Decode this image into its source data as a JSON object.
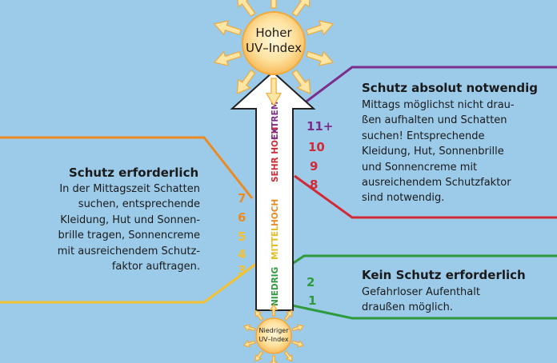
{
  "sun_high": {
    "line1": "Hoher",
    "line2": "UV–Index"
  },
  "sun_low": {
    "line1": "Niedriger",
    "line2": "UV–Index"
  },
  "arrow_levels": [
    {
      "label": "NIEDRIG",
      "color": "#2e9a3c"
    },
    {
      "label": "MITTEL",
      "color": "#e5bd1c"
    },
    {
      "label": "HOCH",
      "color": "#ec8a22"
    },
    {
      "label": "SEHR HOCH",
      "color": "#d22a35"
    },
    {
      "label": "EXTREM",
      "color": "#7b2e8a"
    }
  ],
  "right_numbers": [
    {
      "value": "11+",
      "color": "#7b2e8a"
    },
    {
      "value": "10",
      "color": "#d22a35"
    },
    {
      "value": "9",
      "color": "#d22a35"
    },
    {
      "value": "8",
      "color": "#d22a35"
    },
    {
      "value": "2",
      "color": "#2e9a3c"
    },
    {
      "value": "1",
      "color": "#2e9a3c"
    }
  ],
  "left_numbers": [
    {
      "value": "7",
      "color": "#ec8a22"
    },
    {
      "value": "6",
      "color": "#ec8a22"
    },
    {
      "value": "5",
      "color": "#f2c233"
    },
    {
      "value": "4",
      "color": "#f2c233"
    },
    {
      "value": "3",
      "color": "#f2c233"
    }
  ],
  "sections": {
    "absolut": {
      "heading": "Schutz absolut notwendig",
      "body": "Mittags möglichst nicht drau-\nßen aufhalten und Schatten\nsuchen! Entsprechende\nKleidung, Hut, Sonnenbrille\nund Sonnencreme mit\nausreichendem Schutzfaktor\nsind notwendig."
    },
    "erforderlich": {
      "heading": "Schutz erforderlich",
      "body": "In der Mittagszeit Schatten\nsuchen, entsprechende\nKleidung, Hut und Sonnen-\nbrille tragen, Sonnencreme\nmit ausreichendem Schutz-\nfaktor auftragen."
    },
    "kein": {
      "heading": "Kein Schutz erforderlich",
      "body": "Gefahrloser Aufenthalt\ndraußen möglich."
    }
  },
  "colors": {
    "background": "#9ccbea",
    "sun_fill": "#fde6a4",
    "sun_stroke": "#f0a93a",
    "purple": "#7b2e8a",
    "red": "#d22a35",
    "orange": "#ec8a22",
    "yellow": "#f2c233",
    "green": "#2e9a3c"
  }
}
